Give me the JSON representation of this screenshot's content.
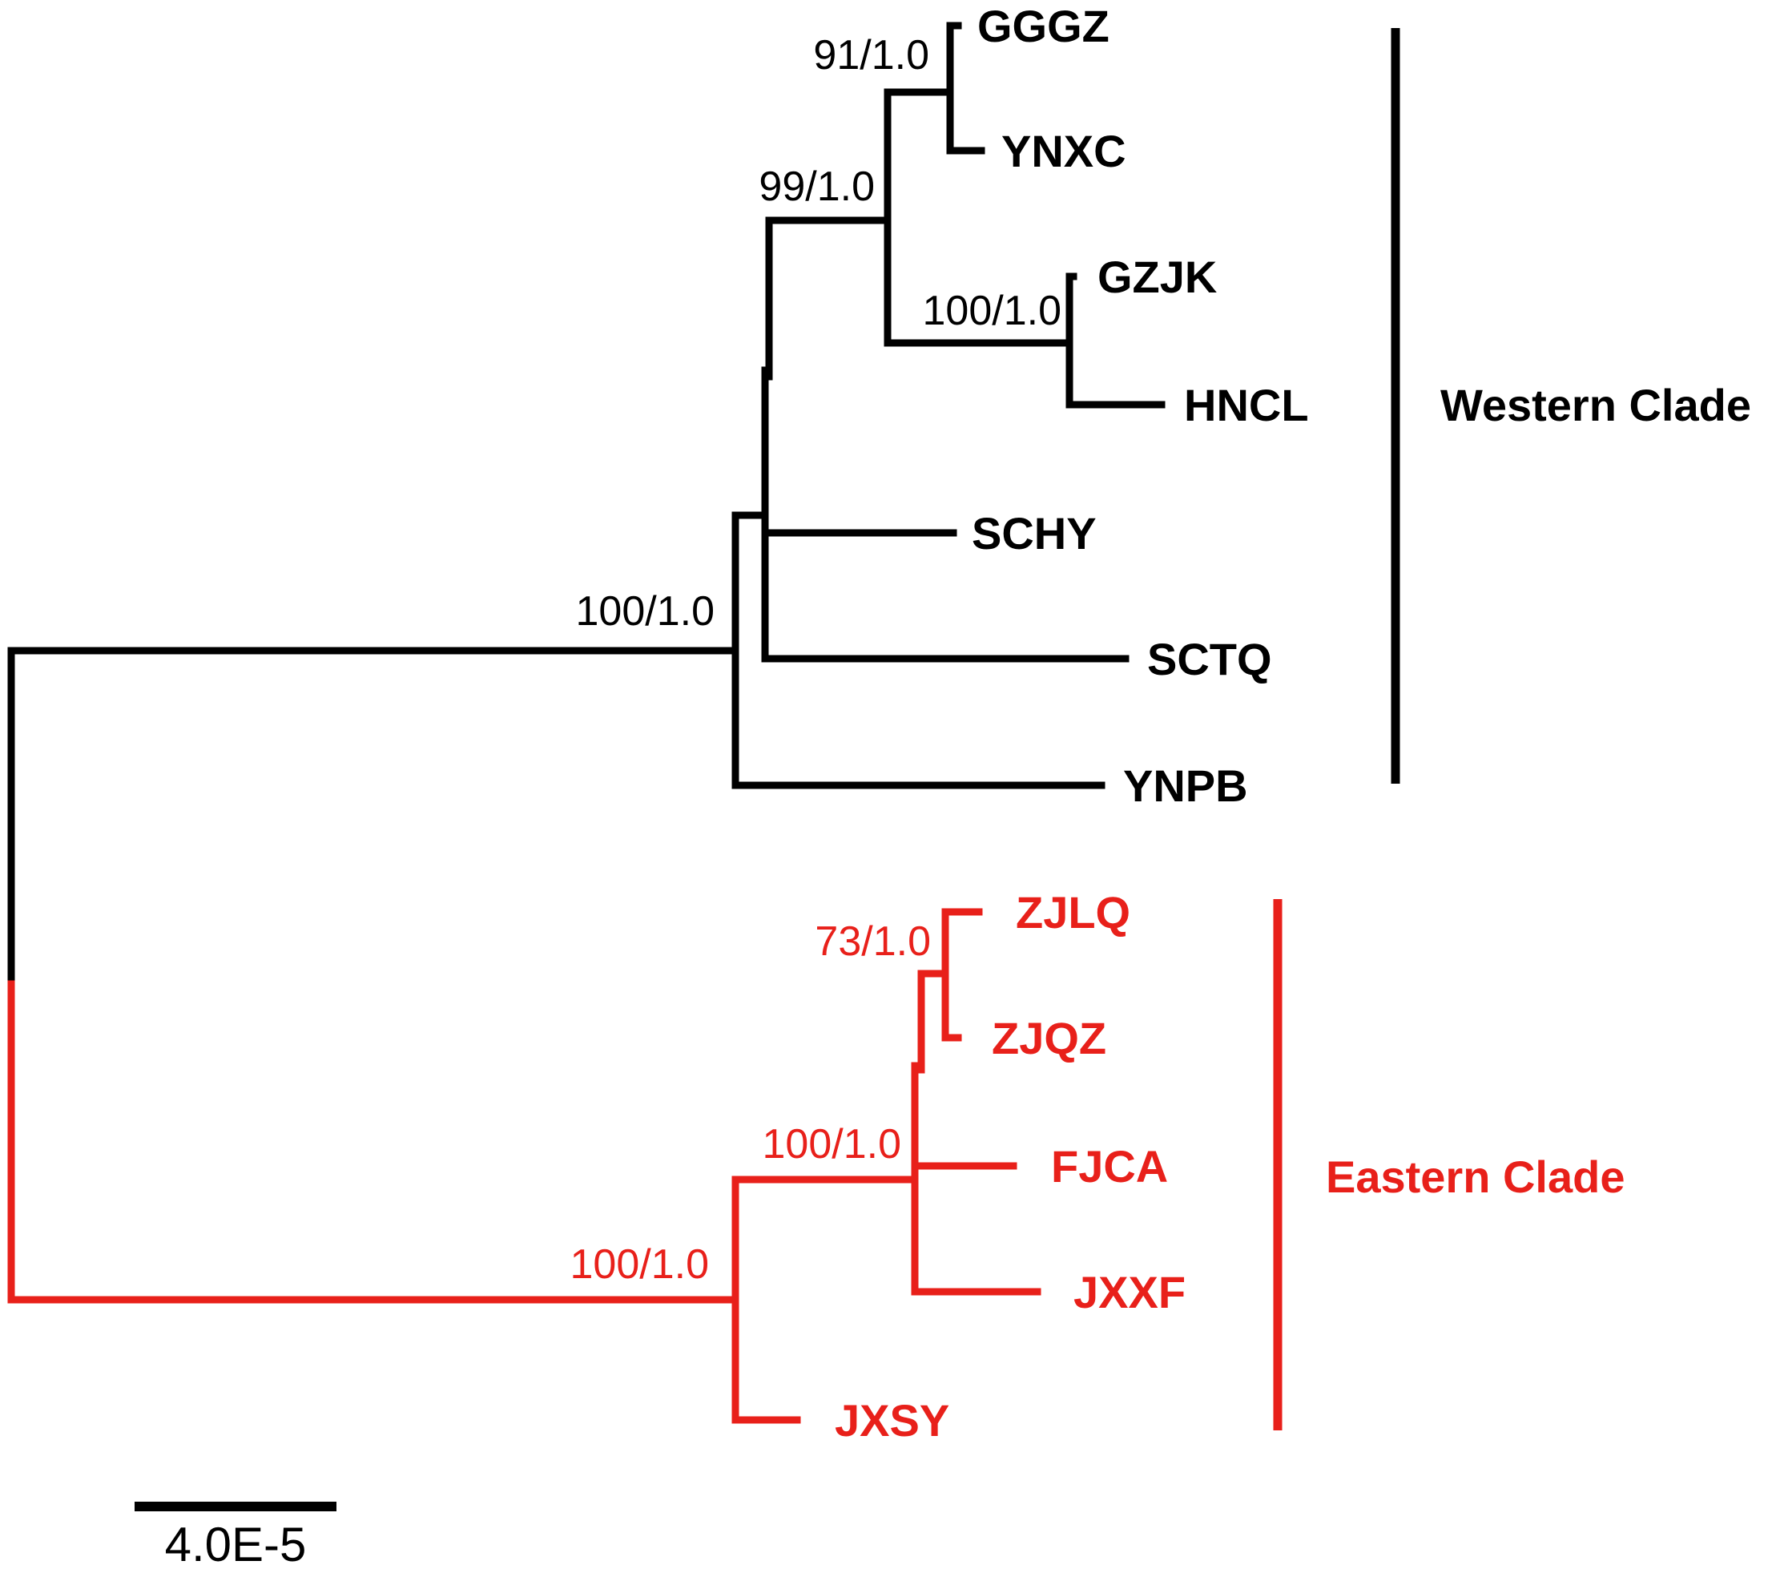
{
  "colors": {
    "western": "#000000",
    "eastern": "#e8201a"
  },
  "clades": {
    "western": {
      "label": "Western Clade"
    },
    "eastern": {
      "label": "Eastern Clade"
    }
  },
  "scale_bar": {
    "label": "4.0E-5"
  },
  "taxa": {
    "GGGZ": "GGGZ",
    "YNXC": "YNXC",
    "GZJK": "GZJK",
    "HNCL": "HNCL",
    "SCHY": "SCHY",
    "SCTQ": "SCTQ",
    "YNPB": "YNPB",
    "ZJLQ": "ZJLQ",
    "ZJQZ": "ZJQZ",
    "FJCA": "FJCA",
    "JXXF": "JXXF",
    "JXSY": "JXSY"
  },
  "support": {
    "ggz_ynxc": "91/1.0",
    "inner_west": "99/1.0",
    "gzjk_hncl": "100/1.0",
    "west_root": "100/1.0",
    "zjlq_zjqz": "73/1.0",
    "inner_east": "100/1.0",
    "east_root": "100/1.0"
  }
}
